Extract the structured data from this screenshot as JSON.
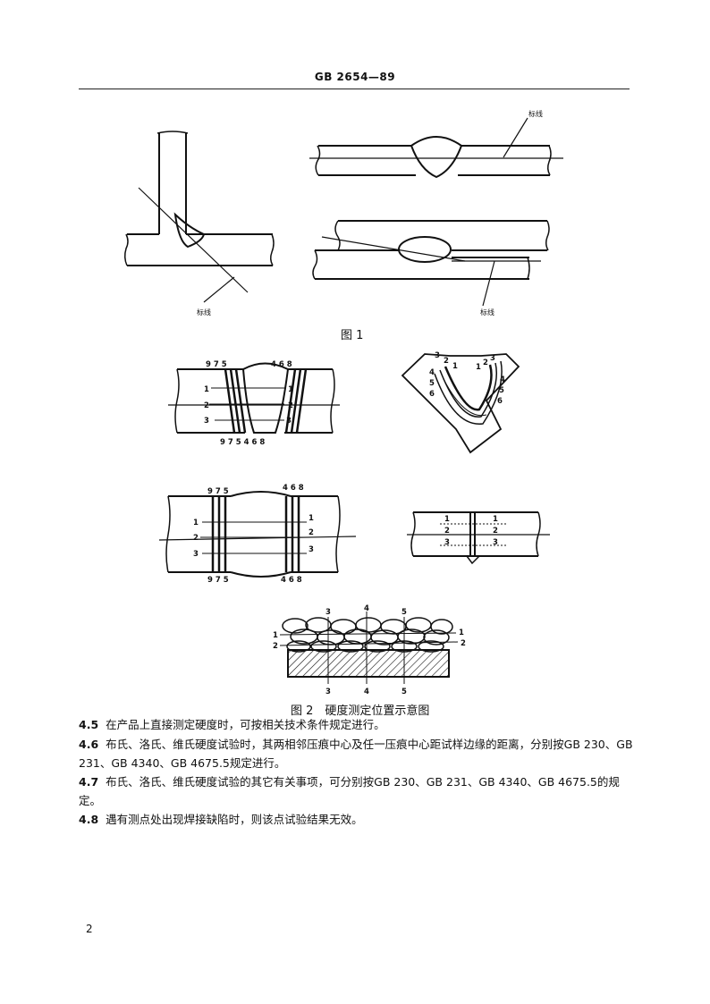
{
  "header": {
    "title": "GB 2654—89"
  },
  "figure1": {
    "caption": "图 1",
    "label_left": "标线",
    "label_right_top": "标线",
    "label_right_bottom": "标线"
  },
  "figure2": {
    "caption": "图 2　硬度测定位置示意图",
    "panel_a": {
      "top": "9 7 5",
      "top_right": "4 6 8",
      "bottom": "9 7 5 4 6 8",
      "rows": [
        "1",
        "2",
        "3"
      ]
    },
    "panel_b": {
      "left": [
        "3",
        "2",
        "1",
        "4",
        "5",
        "6"
      ],
      "right": [
        "1",
        "2",
        "3",
        "4",
        "5",
        "6"
      ]
    },
    "panel_c": {
      "top_left": "9 7 5",
      "top_right": "4 6 8",
      "bottom_left": "9 7 5",
      "bottom_right": "4 6 8",
      "rows": [
        "1",
        "2",
        "3"
      ]
    },
    "panel_d": {
      "rows": [
        "1",
        "2",
        "3"
      ]
    },
    "panel_e": {
      "top": [
        "3",
        "4",
        "5"
      ],
      "bottom": [
        "3",
        "4",
        "5"
      ],
      "left": [
        "1",
        "2"
      ],
      "right": [
        "1",
        "2"
      ]
    }
  },
  "clauses": [
    {
      "num": "4.5",
      "text": "在产品上直接测定硬度时，可按相关技术条件规定进行。"
    },
    {
      "num": "4.6",
      "text": "布氏、洛氏、维氏硬度试验时，其两相邻压痕中心及任一压痕中心距试样边缘的距离，分别按GB 230、GB 231、GB 4340、GB 4675.5规定进行。"
    },
    {
      "num": "4.7",
      "text": "布氏、洛氏、维氏硬度试验的其它有关事项，可分别按GB 230、GB 231、GB 4340、GB 4675.5的规定。"
    },
    {
      "num": "4.8",
      "text": "遇有测点处出现焊接缺陷时，则该点试验结果无效。"
    }
  ],
  "page_number": "2"
}
